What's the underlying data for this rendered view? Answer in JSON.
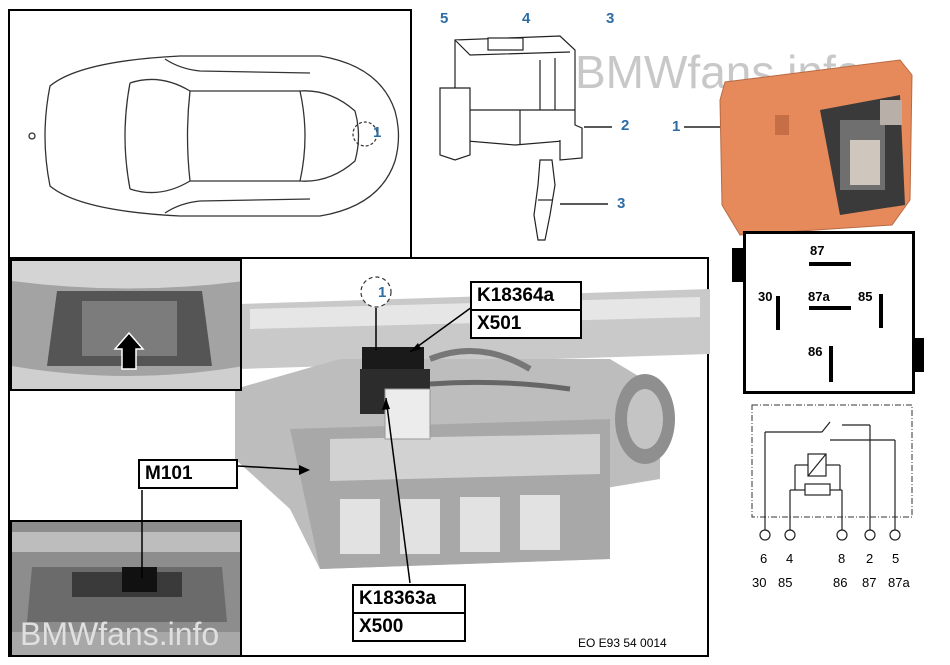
{
  "callouts": {
    "top_5": "5",
    "top_4": "4",
    "top_3": "3",
    "socket_2": "2",
    "terminal_3": "3",
    "relay_1": "1",
    "car_1": "1",
    "photo_1": "1"
  },
  "watermarks": {
    "top": "BMWfans.info",
    "bottom": "BMWfans.info"
  },
  "labels": {
    "k18364a": "K18364a",
    "x501": "X501",
    "k18363a": "K18363a",
    "x500": "X500",
    "m101": "M101",
    "diagram_id": "EO E93 54 0014"
  },
  "relay_pins": {
    "p87": "87",
    "p30": "30",
    "p87a": "87a",
    "p85": "85",
    "p86": "86"
  },
  "schematic": {
    "top_row": [
      "6",
      "4",
      "8",
      "2",
      "5"
    ],
    "bottom_row": [
      "30",
      "85",
      "86",
      "87",
      "87a"
    ]
  }
}
